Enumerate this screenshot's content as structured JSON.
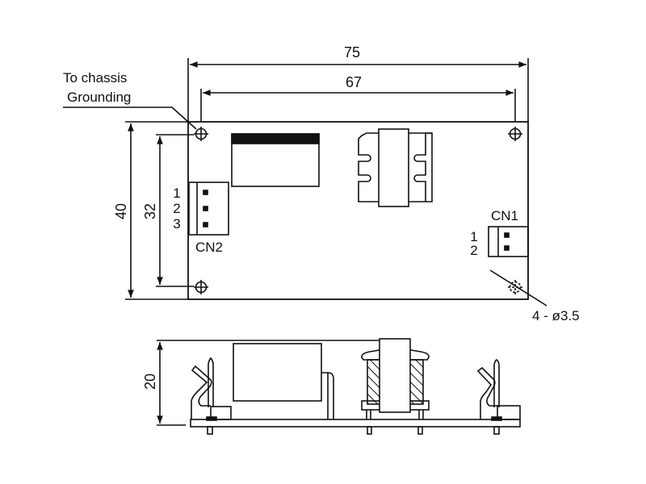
{
  "drawing": {
    "top_view": {
      "dimensions": {
        "overall_width": "75",
        "hole_spacing_width": "67",
        "overall_height": "40",
        "hole_spacing_height": "32"
      },
      "annotations": {
        "grounding_line1": "To chassis",
        "grounding_line2": "Grounding",
        "mounting_holes": "4 - ø3.5"
      },
      "connectors": {
        "cn2": {
          "label": "CN2",
          "pins": [
            "1",
            "2",
            "3"
          ]
        },
        "cn1": {
          "label": "CN1",
          "pins": [
            "1",
            "2"
          ]
        }
      }
    },
    "side_view": {
      "dimensions": {
        "overall_height": "20"
      }
    }
  }
}
